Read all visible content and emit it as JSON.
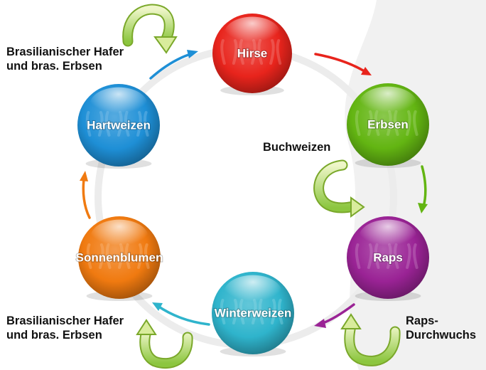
{
  "crops": [
    {
      "id": "hirse",
      "label": "Hirse",
      "color": "#e8241c"
    },
    {
      "id": "erbsen",
      "label": "Erbsen",
      "color": "#63b512"
    },
    {
      "id": "raps",
      "label": "Raps",
      "color": "#9a2395"
    },
    {
      "id": "winterweizen",
      "label": "Winterweizen",
      "color": "#2fb4cc"
    },
    {
      "id": "sonnenblumen",
      "label": "Sonnenblumen",
      "color": "#f07a10"
    },
    {
      "id": "hartweizen",
      "label": "Hartweizen",
      "color": "#1e8fd6"
    }
  ],
  "cover_crops": {
    "top_left": {
      "line1": "Brasilianischer Hafer",
      "line2": "und  bras. Erbsen"
    },
    "right": {
      "line1": "Buchweizen"
    },
    "bottom_right": {
      "line1": "Raps-",
      "line2": "Durchwuchs"
    },
    "bottom_left": {
      "line1": "Brasilianischer Hafer",
      "line2": "und  bras. Erbsen"
    }
  }
}
